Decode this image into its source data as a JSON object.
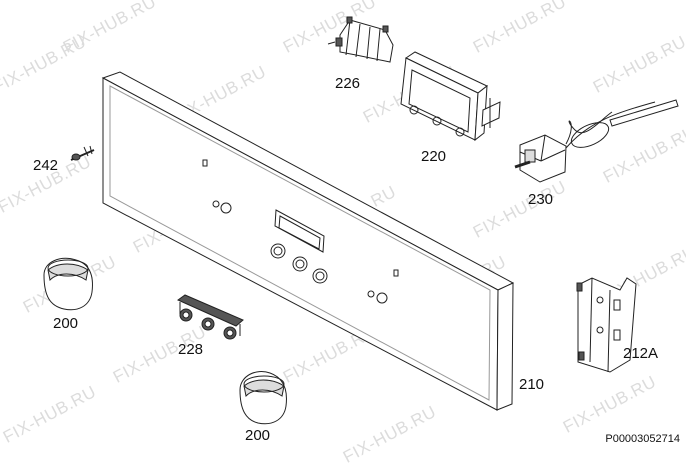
{
  "watermark": "FIX-HUB.RU",
  "labels": {
    "p226": "226",
    "p220": "220",
    "p242": "242",
    "p230": "230",
    "p200a": "200",
    "p228": "228",
    "p200b": "200",
    "p210": "210",
    "p212a": "212A"
  },
  "reference": "P00003052714"
}
